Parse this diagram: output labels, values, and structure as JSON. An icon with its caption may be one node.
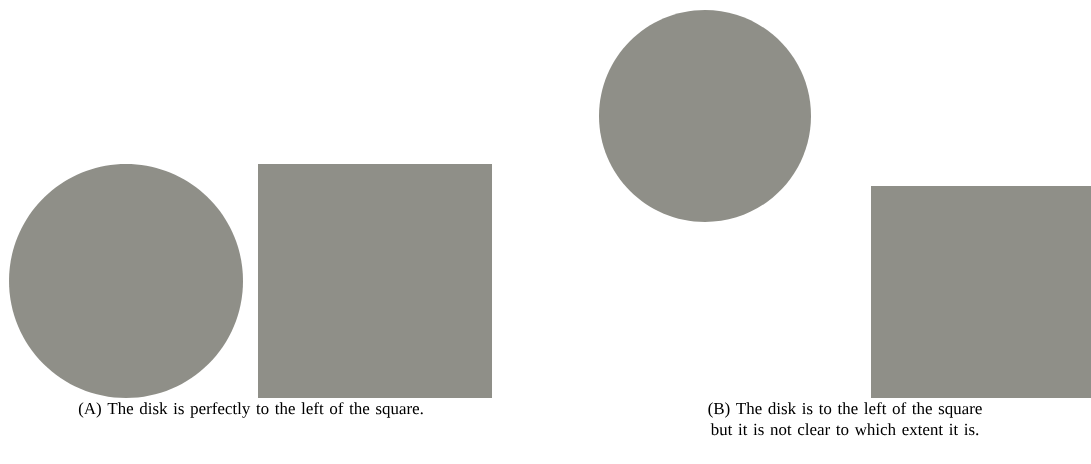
{
  "diagram": {
    "nodes": [
      {
        "text": [],
        "shape": "circle"
      },
      {
        "text": [],
        "shape": "box"
      },
      {
        "text": [],
        "shape": "circle"
      },
      {
        "text": [],
        "shape": "box"
      }
    ],
    "labels": [
      "(A) The disk is perfectly to the left of the square.",
      "(B) The disk is to the left of the square but it is not clear to which extent it is."
    ]
  }
}
